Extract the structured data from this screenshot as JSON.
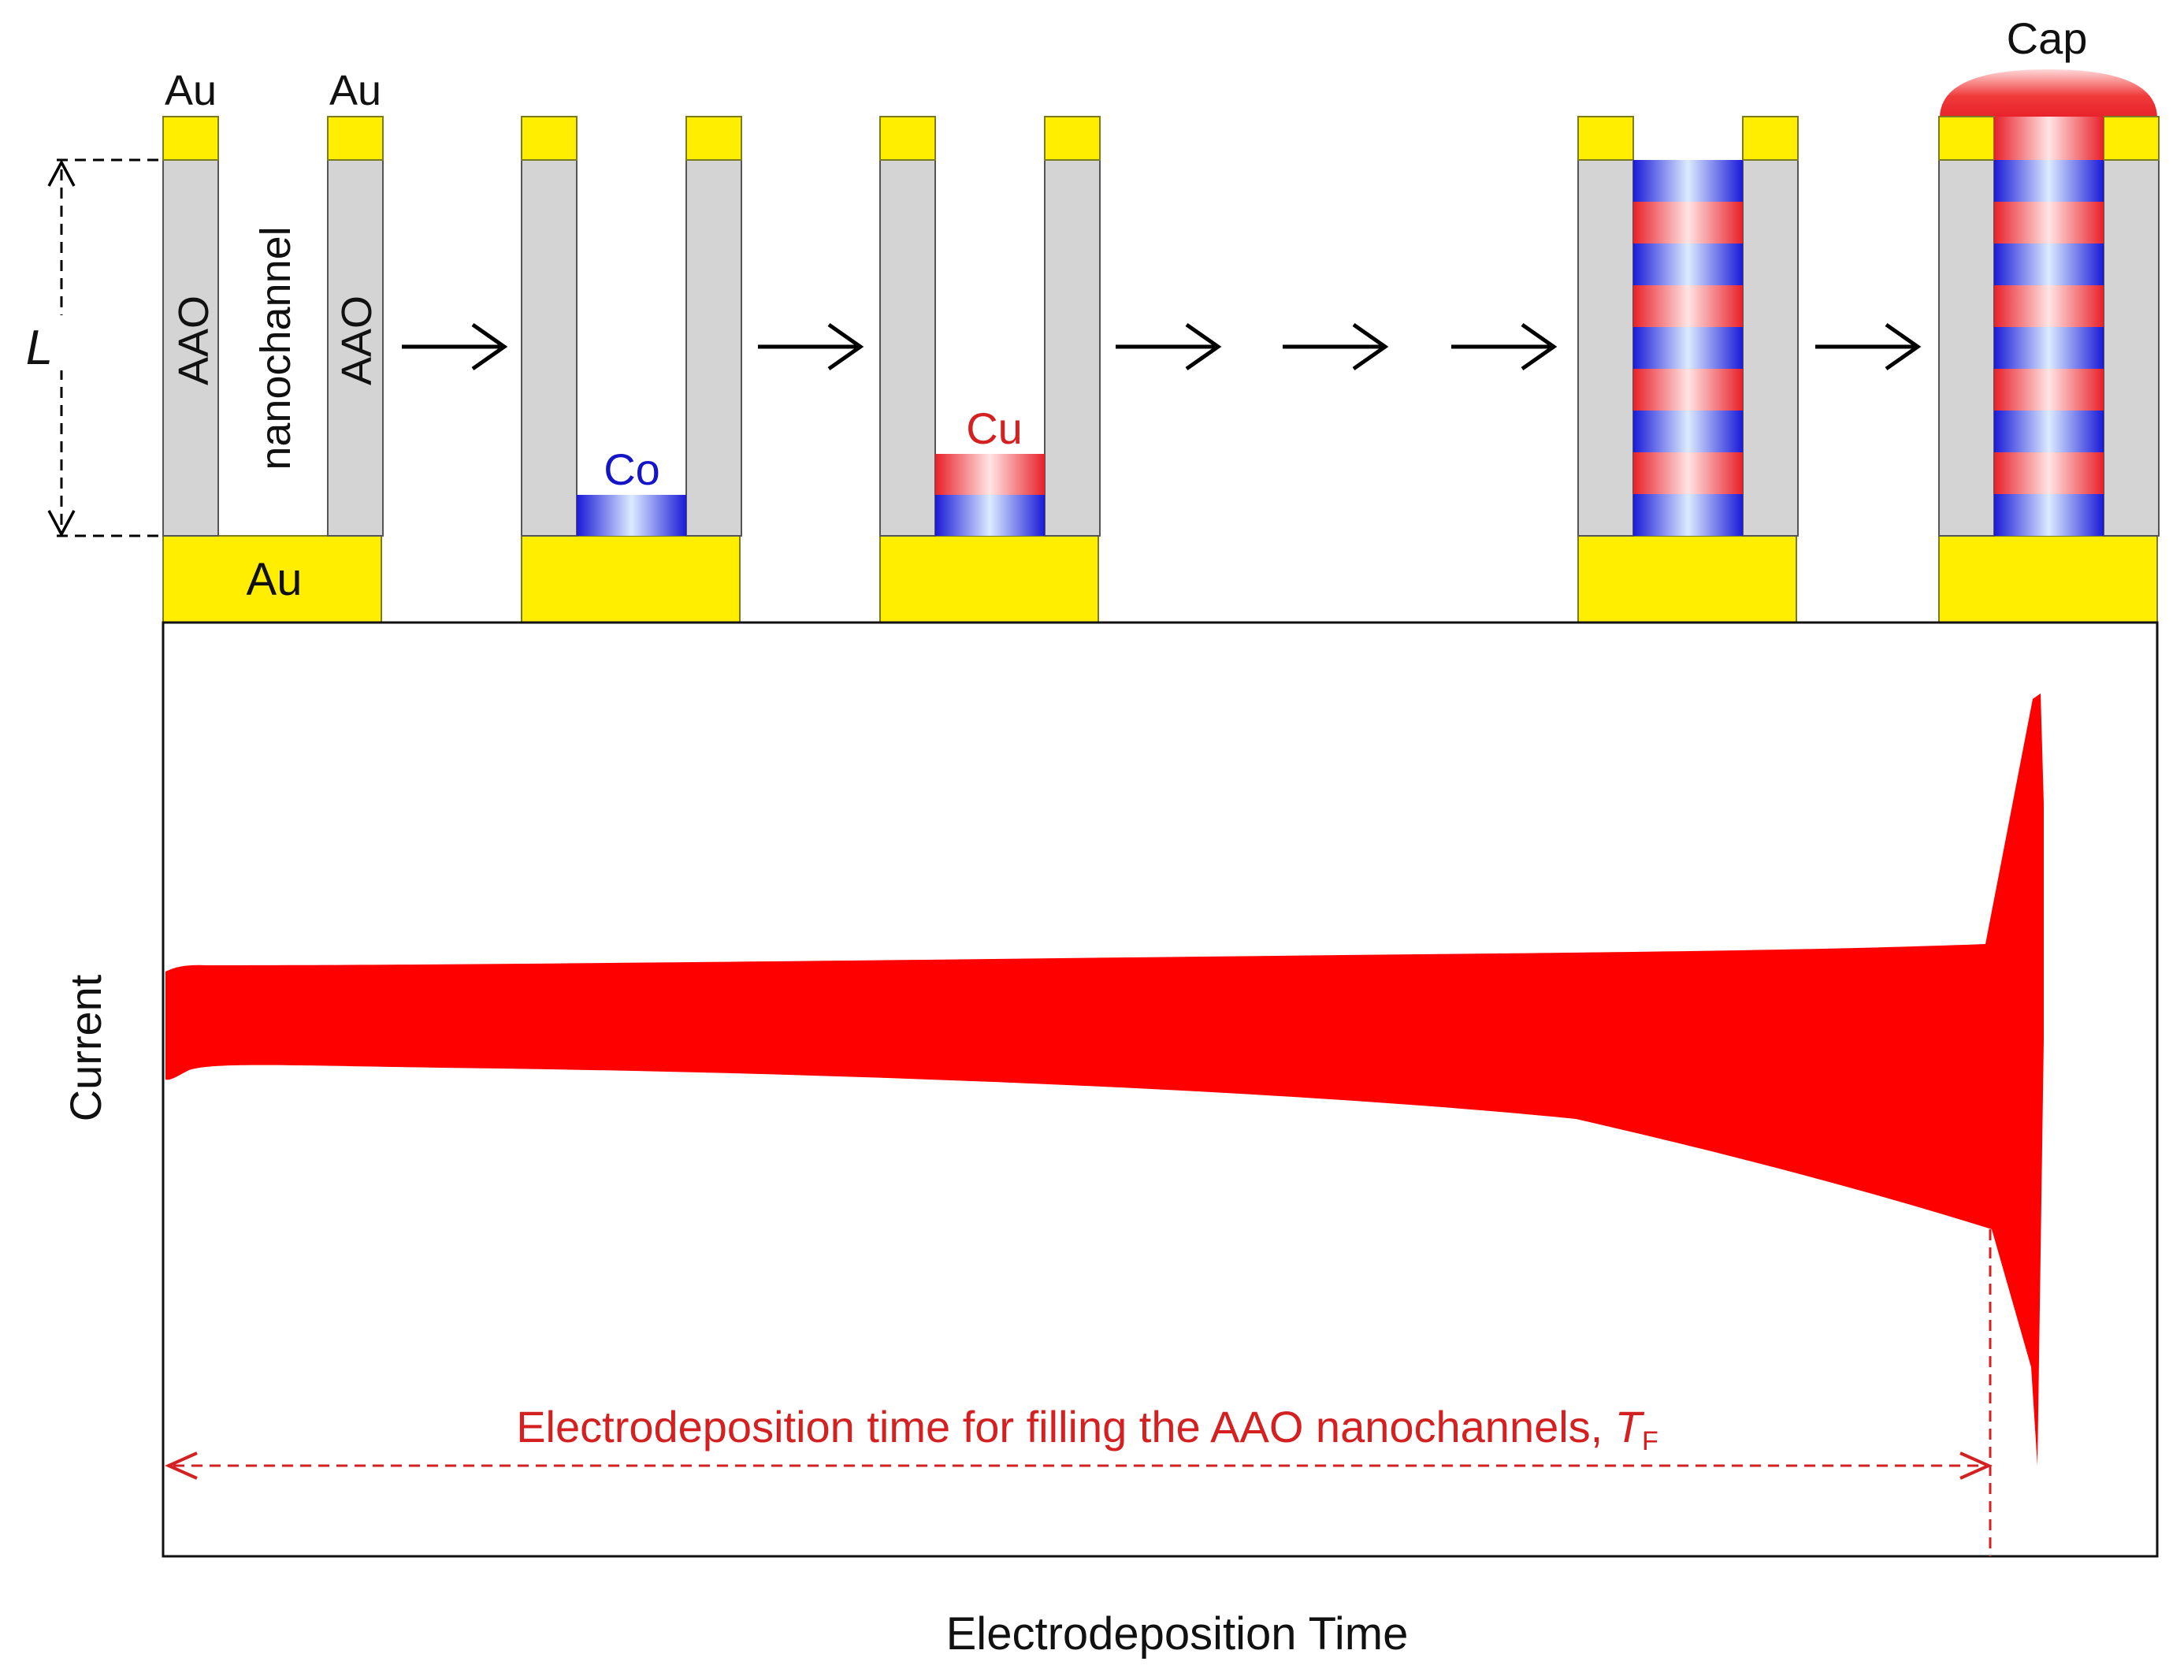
{
  "labels": {
    "au_left": "Au",
    "au_right": "Au",
    "au_base": "Au",
    "aao_left": "AAO",
    "aao_right": "AAO",
    "nanochannel": "nanochannel",
    "length": "L",
    "co": "Co",
    "cu": "Cu",
    "cap": "Cap"
  },
  "plot": {
    "ylabel": "Current",
    "xlabel": "Electrodeposition Time",
    "annotation_main": "Electrodeposition time for filling the AAO nanochannels, ",
    "annotation_symbol": "T",
    "annotation_sub": "F"
  },
  "colors": {
    "gold": "#ffee00",
    "aao": "#d4d4d4",
    "cobalt": "#1515d0",
    "copper": "#e8202a",
    "trace": "#ff0000",
    "annotation": "#d42020"
  }
}
